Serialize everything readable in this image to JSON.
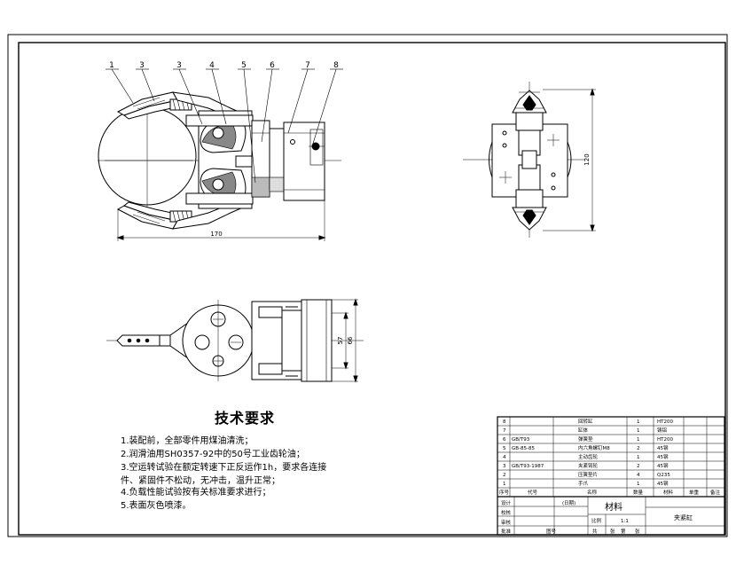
{
  "balloons": [
    "1",
    "3",
    "3",
    "4",
    "5",
    "6",
    "7",
    "8"
  ],
  "dimensions": {
    "front_width": "170",
    "side_height": "120",
    "top_inner": "57",
    "top_outer": "66"
  },
  "technical_requirements": {
    "title": "技术要求",
    "lines": [
      "1.装配前，全部零件用煤油清洗；",
      "2.润滑油用SH0357-92中的50号工业齿轮油；",
      "3.空运转试验在额定转速下正反运作1h，要求各连接",
      "件、紧固件不松动，无冲击，温升正常；",
      "4.负载性能试验按有关标准要求进行；",
      "5.表面灰色喷漆。"
    ]
  },
  "parts_list": {
    "rows": [
      {
        "no": "8",
        "code": "",
        "name": "回转缸",
        "qty": "1",
        "material": "HT200"
      },
      {
        "no": "7",
        "code": "",
        "name": "缸体",
        "qty": "1",
        "material": "铸铝"
      },
      {
        "no": "6",
        "code": "GB/T93",
        "name": "弹簧垫",
        "qty": "1",
        "material": "HT200"
      },
      {
        "no": "5",
        "code": "GB-85-85",
        "name": "内六角螺钉M8",
        "qty": "2",
        "material": "45钢"
      },
      {
        "no": "4",
        "code": "",
        "name": "主动齿轮",
        "qty": "1",
        "material": "45钢"
      },
      {
        "no": "3",
        "code": "GB/T93-1987",
        "name": "夹紧臂轮",
        "qty": "2",
        "material": "45钢"
      },
      {
        "no": "2",
        "code": "",
        "name": "压簧垫片",
        "qty": "4",
        "material": "Q235"
      },
      {
        "no": "1",
        "code": "",
        "name": "手爪",
        "qty": "1",
        "material": "45钢"
      }
    ],
    "header": {
      "no": "序号",
      "code": "代号",
      "name": "名称",
      "qty": "数量",
      "material": "材料",
      "weight": "单重",
      "note": "备注"
    }
  },
  "title_block": {
    "material_label": "材料",
    "drawing_name": "夹紧缸",
    "scale": "1:1",
    "scale_label": "比例",
    "marker": "(日期)",
    "row_labels": [
      "设计",
      "校核",
      "审核",
      "批准"
    ],
    "bottom_labels": [
      "共",
      "张",
      "第",
      "张"
    ],
    "sheet_label": "图号"
  }
}
